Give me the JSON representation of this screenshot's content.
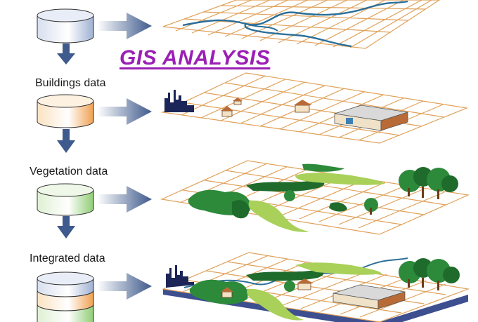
{
  "title": "GIS ANALYSIS",
  "layers": [
    {
      "label": "",
      "icon": "hydrography-layer-map"
    },
    {
      "label": "Buildings data",
      "icon": "buildings-layer-map"
    },
    {
      "label": "Vegetation data",
      "icon": "vegetation-layer-map"
    },
    {
      "label": "Integrated data",
      "icon": "integrated-layer-map"
    }
  ],
  "colors": {
    "title": "#9b1fb5",
    "grid": "#e0a15a",
    "arrow": "#3f5a8c",
    "river": "#2a6f9a",
    "vegetation_dark": "#1f6b2c",
    "vegetation_light": "#a9d15a",
    "base_blue": "#3d4f8f"
  }
}
